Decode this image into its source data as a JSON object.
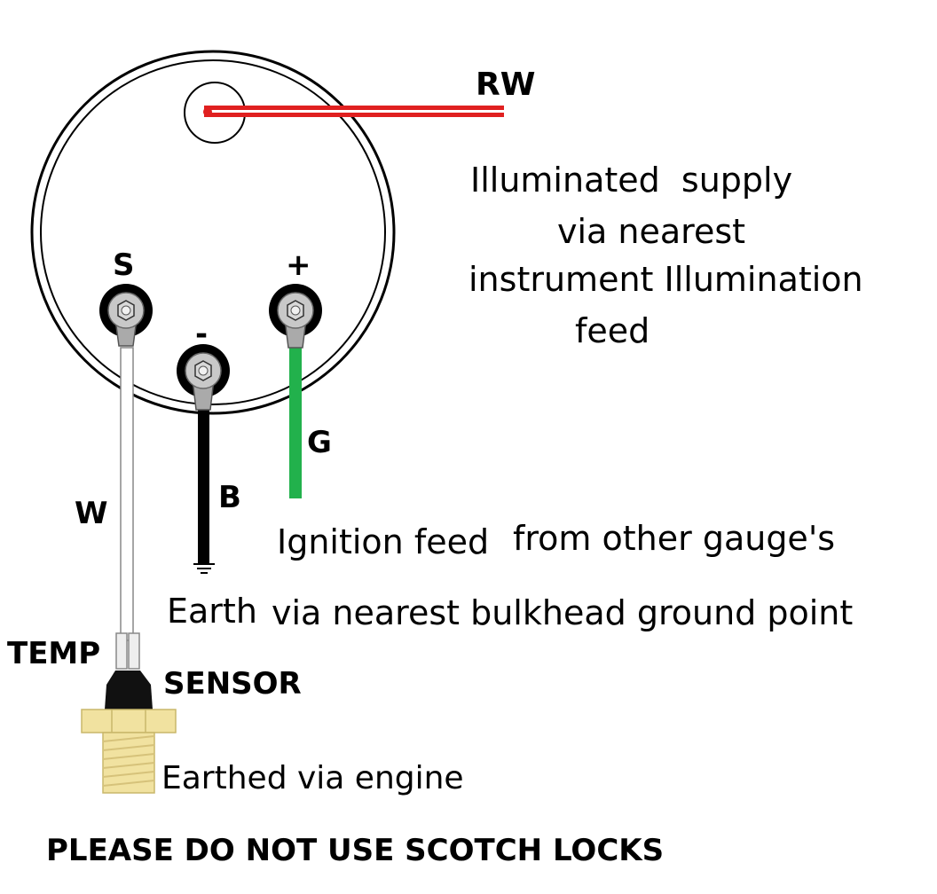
{
  "gauge": {
    "terminal_s": "S",
    "terminal_plus": "+",
    "terminal_minus": "-"
  },
  "wires": {
    "rw": {
      "label": "RW",
      "color_a": "#e02020",
      "color_b": "#ffffff"
    },
    "g": {
      "label": "G",
      "color": "#22b14c"
    },
    "b": {
      "label": "B",
      "color": "#000000"
    },
    "w": {
      "label": "W",
      "color": "#ffffff"
    }
  },
  "notes": {
    "illumination_line1": "Illuminated  supply",
    "illumination_line2": "via nearest",
    "illumination_line3": "instrument Illumination",
    "illumination_line4": "feed",
    "ignition_part1": "Ignition feed",
    "ignition_part2": "from other gauge's",
    "earth_part1": "Earth",
    "earth_part2": "via nearest bulkhead ground point",
    "sensor_line1": "TEMP",
    "sensor_line2": "SENSOR",
    "sensor_earth": "Earthed via engine",
    "warning": "PLEASE DO NOT USE SCOTCH LOCKS"
  },
  "colors": {
    "sensor_brass": "#f1e2a0",
    "sensor_cap": "#111111"
  }
}
